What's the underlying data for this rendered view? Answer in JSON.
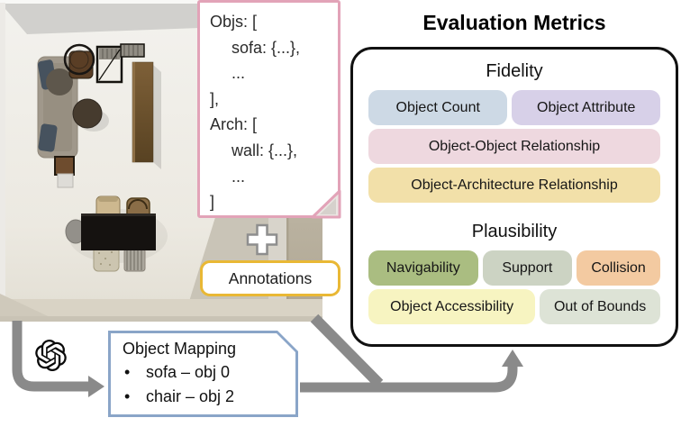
{
  "colors": {
    "arrow": "#8a8a8a",
    "panel_border": "#111111",
    "callout_border": "#e2a3b8",
    "annotations_border": "#e9b835",
    "mapping_border": "#8aa5c8"
  },
  "callout": {
    "lines": [
      {
        "text": "Objs: ["
      },
      {
        "text": "sofa: {...},"
      },
      {
        "text": "..."
      },
      {
        "text": "],"
      },
      {
        "text": "Arch: ["
      },
      {
        "text": "wall: {...},"
      },
      {
        "text": "..."
      },
      {
        "text": "]"
      }
    ]
  },
  "annotations": {
    "label": "Annotations"
  },
  "metrics": {
    "title": "Evaluation Metrics",
    "fidelity": {
      "heading": "Fidelity",
      "badges": {
        "object_count": {
          "label": "Object Count",
          "color": "#cdd9e5"
        },
        "object_attribute": {
          "label": "Object Attribute",
          "color": "#d7d0e8"
        },
        "object_object": {
          "label": "Object-Object Relationship",
          "color": "#eed8df"
        },
        "object_architecture": {
          "label": "Object-Architecture Relationship",
          "color": "#f2e0a9"
        }
      }
    },
    "plausibility": {
      "heading": "Plausibility",
      "badges": {
        "navigability": {
          "label": "Navigability",
          "color": "#aabd81"
        },
        "support": {
          "label": "Support",
          "color": "#ccd3c3"
        },
        "collision": {
          "label": "Collision",
          "color": "#f3caa1"
        },
        "object_accessibility": {
          "label": "Object Accessibility",
          "color": "#f7f4c1"
        },
        "out_of_bounds": {
          "label": "Out of Bounds",
          "color": "#dde3d6"
        }
      }
    }
  },
  "object_mapping": {
    "title": "Object Mapping",
    "bullet": "•",
    "items": [
      {
        "text": "sofa – obj 0"
      },
      {
        "text": "chair – obj 2"
      }
    ]
  },
  "icons": {
    "openai_logo": "openai-logo-icon",
    "plus": "plus-icon"
  }
}
